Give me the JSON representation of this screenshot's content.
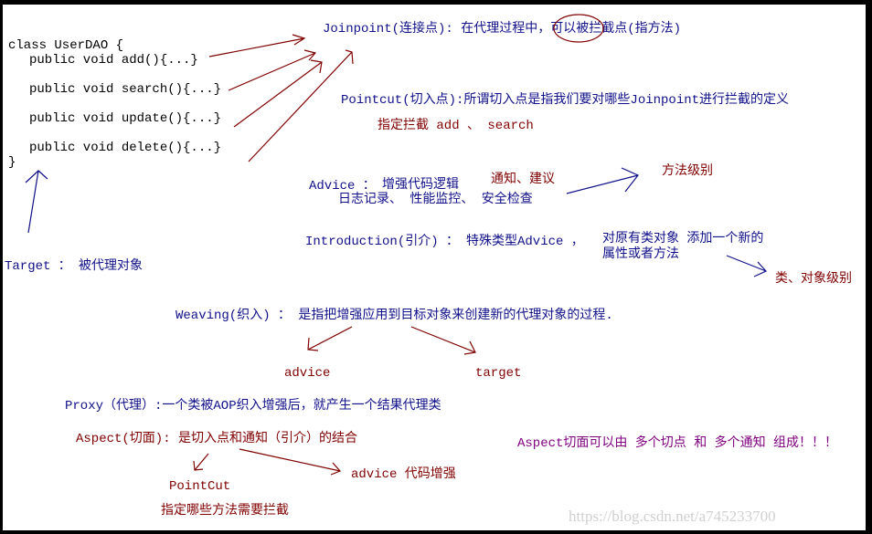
{
  "code": {
    "class_line": "class UserDAO {",
    "methods": [
      "public void add(){...}",
      "public void search(){...}",
      "public void update(){...}",
      "public void delete(){...}"
    ],
    "close": "}"
  },
  "target": {
    "label": "Target ：",
    "desc": "被代理对象"
  },
  "joinpoint": {
    "text": "Joinpoint(连接点): 在代理过程中，可以被拦截点(指方法)"
  },
  "pointcut": {
    "text": "Pointcut(切入点):所谓切入点是指我们要对哪些Joinpoint进行拦截的定义",
    "note": "指定拦截 add 、 search"
  },
  "advice": {
    "label": "Advice ：",
    "desc": "增强代码逻辑",
    "note": "通知、建议",
    "examples": "日志记录、 性能监控、 安全检查",
    "level": "方法级别"
  },
  "introduction": {
    "label": "Introduction(引介) ：",
    "desc": "特殊类型Advice ，",
    "detail1": "对原有类对象 添加一个新的",
    "detail2": "属性或者方法",
    "level": "类、对象级别"
  },
  "weaving": {
    "text": "Weaving(织入) ： 是指把增强应用到目标对象来创建新的代理对象的过程.",
    "advice": "advice",
    "target": "target"
  },
  "proxy": {
    "text": "Proxy（代理）:一个类被AOP织入增强后，就产生一个结果代理类"
  },
  "aspect": {
    "text": "Aspect(切面): 是切入点和通知（引介）的结合",
    "pointcut": "PointCut",
    "pointcut_note": "指定哪些方法需要拦截",
    "advice": "advice 代码增强",
    "summary": "Aspect切面可以由 多个切点 和 多个通知 组成！！！"
  },
  "watermark": "https://blog.csdn.net/a745233700",
  "colors": {
    "blue": "#10108a",
    "red": "#800000",
    "purple": "#800080"
  }
}
